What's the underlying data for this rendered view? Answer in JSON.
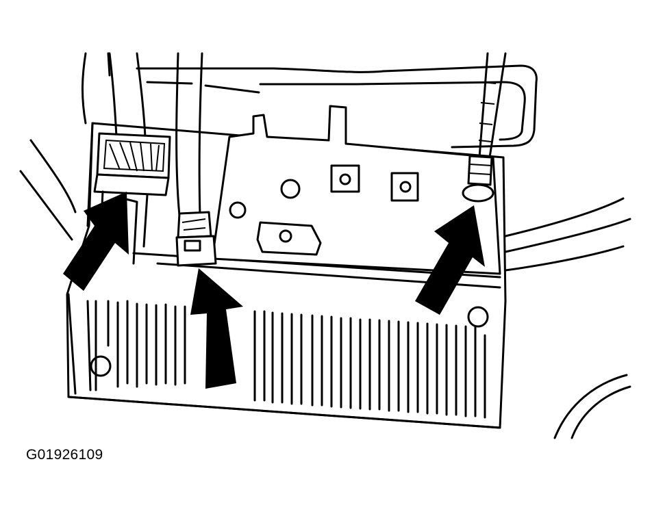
{
  "figure_id": "G01926109",
  "colors": {
    "line": "#000000",
    "background": "#ffffff"
  },
  "callouts": [
    {
      "name": "callout-arrow-left-connector"
    },
    {
      "name": "callout-arrow-center-connector"
    },
    {
      "name": "callout-arrow-antenna-connector"
    }
  ]
}
